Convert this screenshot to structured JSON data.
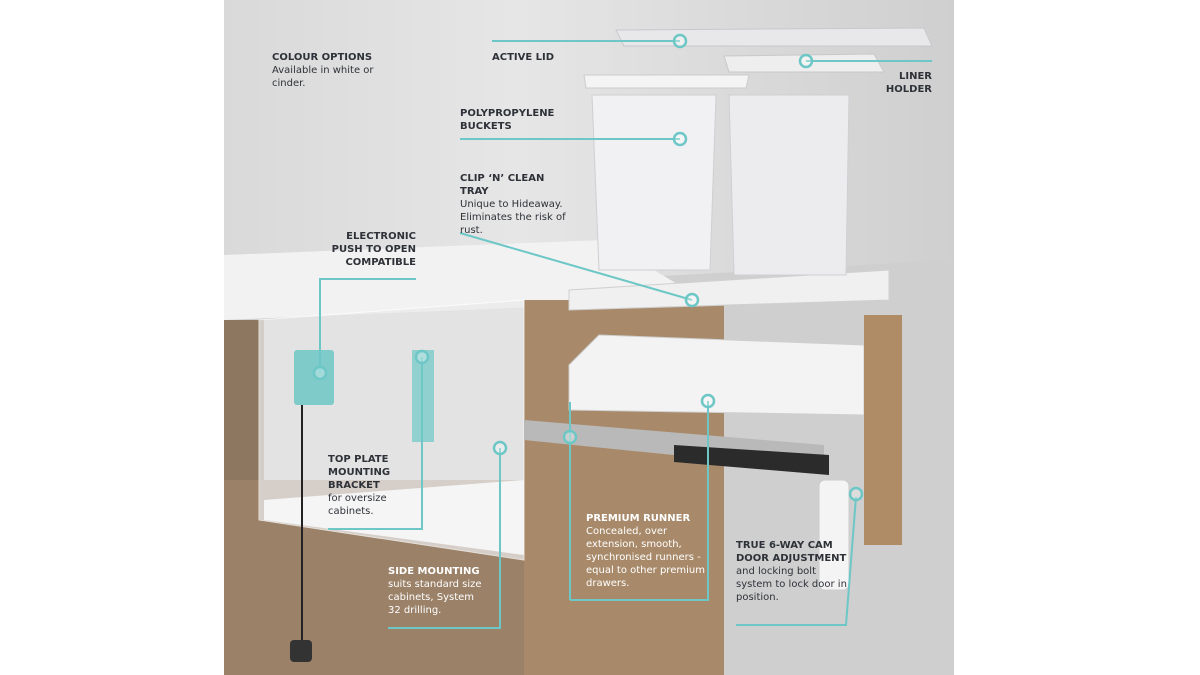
{
  "colors": {
    "accent": "#6cc7c6",
    "wood": "#a88a6a",
    "wall": "#e2e2e2"
  },
  "callouts": [
    {
      "id": "colour-options",
      "title": "COLOUR OPTIONS",
      "body": "Available in white or cinder."
    },
    {
      "id": "active-lid",
      "title": "ACTIVE LID",
      "body": ""
    },
    {
      "id": "liner-holder",
      "title": "LINER HOLDER",
      "body": ""
    },
    {
      "id": "polypropylene-buckets",
      "title": "POLYPROPYLENE BUCKETS",
      "body": ""
    },
    {
      "id": "clip-n-clean-tray",
      "title": "CLIP  ‘N’ CLEAN TRAY",
      "body": "Unique to Hideaway. Eliminates the risk of rust."
    },
    {
      "id": "electronic-push",
      "title": "ELECTRONIC PUSH TO OPEN COMPATIBLE",
      "body": ""
    },
    {
      "id": "top-plate",
      "title": "TOP PLATE MOUNTING BRACKET",
      "body": "for oversize cabinets."
    },
    {
      "id": "side-mounting",
      "title": "SIDE MOUNTING",
      "body": "suits standard size cabinets, System 32 drilling."
    },
    {
      "id": "premium-runner",
      "title": "PREMIUM RUNNER",
      "body": "Concealed, over extension, smooth, synchronised runners - equal to other premium drawers."
    },
    {
      "id": "cam-door",
      "title": "TRUE 6-WAY CAM DOOR ADJUSTMENT",
      "body": "and locking bolt system to lock door in position."
    }
  ]
}
